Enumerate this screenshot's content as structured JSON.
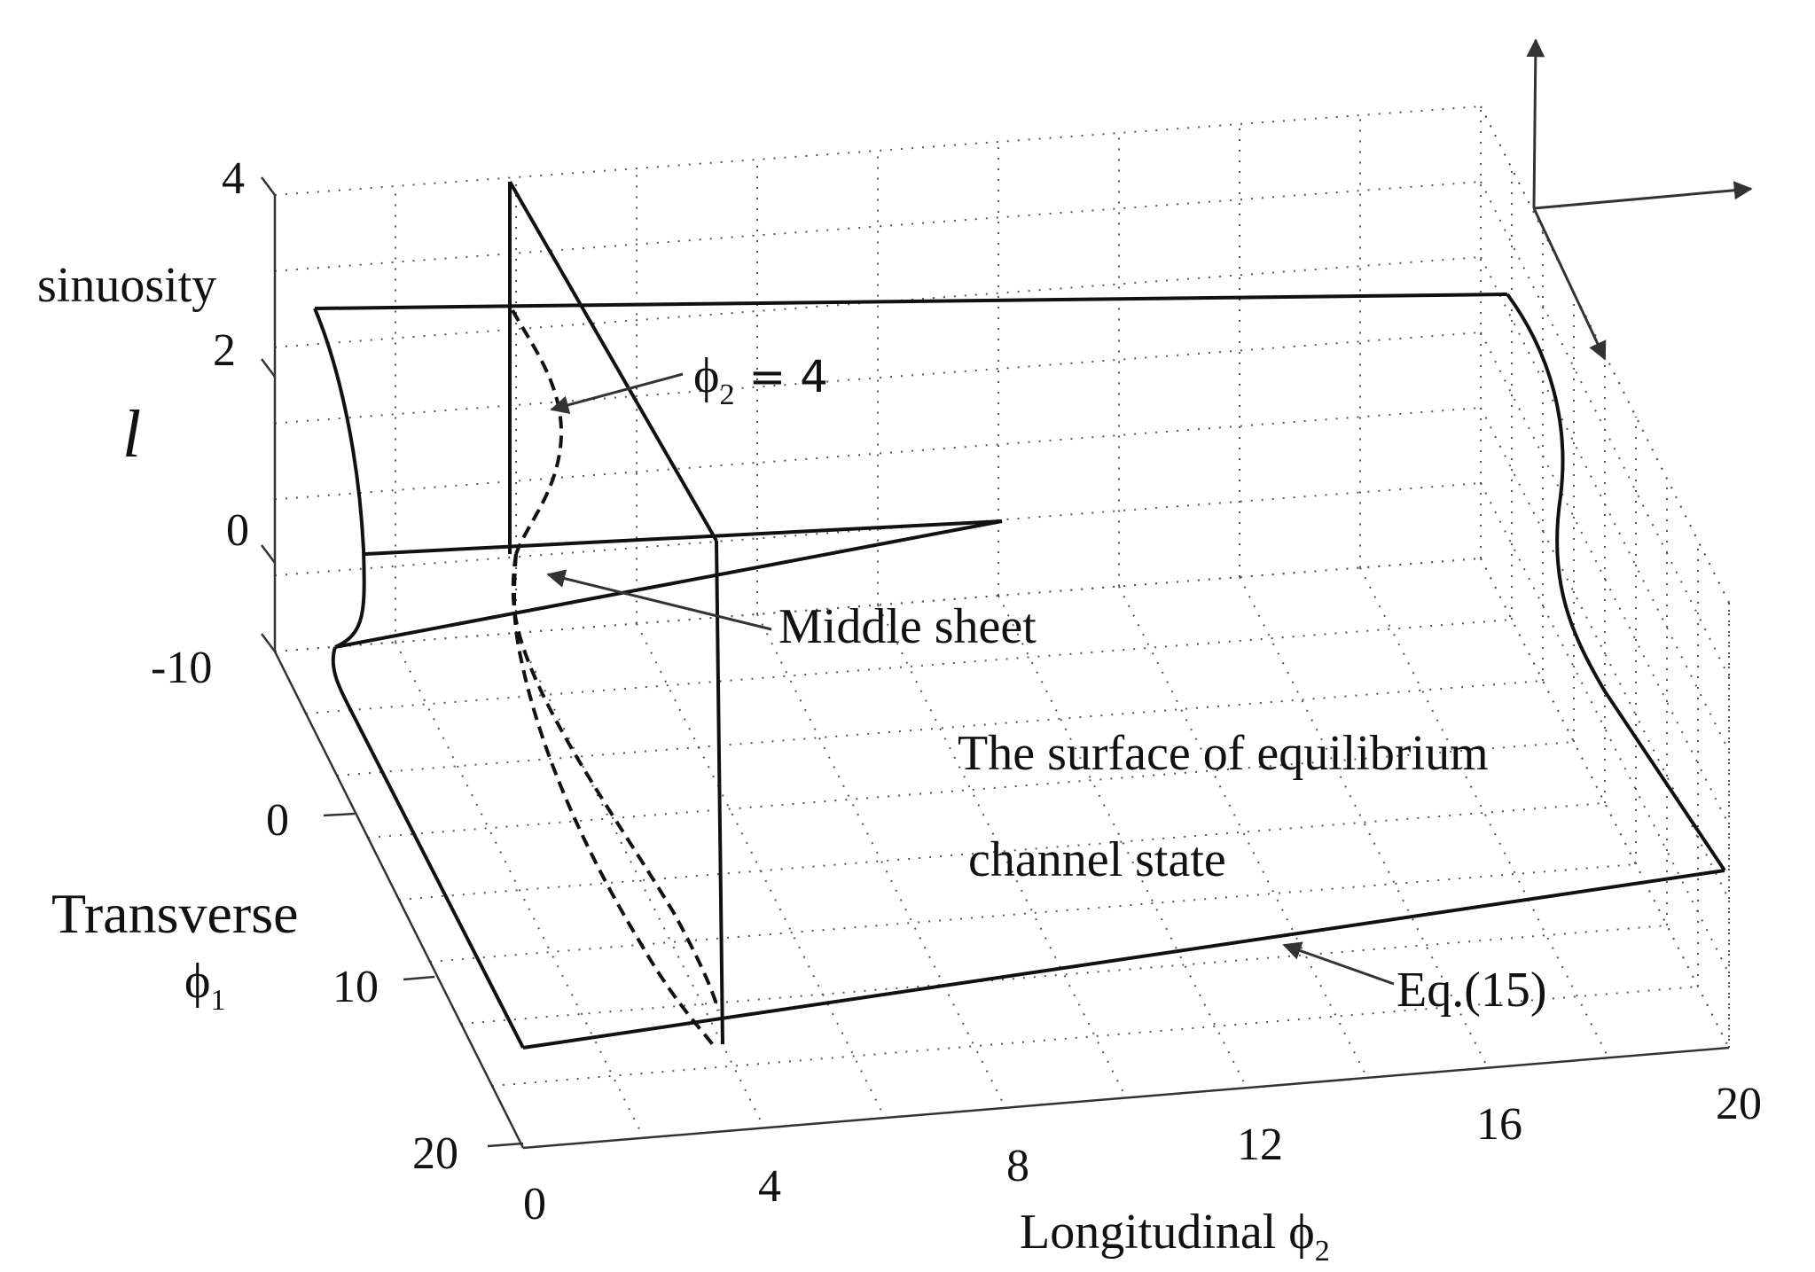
{
  "chart_data": {
    "type": "surface-3d",
    "z_axis": {
      "label": "l",
      "label_extra": "sinuosity",
      "tick_labels": [
        "4",
        "2",
        "0",
        "-10"
      ]
    },
    "y_axis": {
      "label_line1": "Transverse",
      "label_symbol": "ϕ",
      "label_sub": "1",
      "tick_labels": [
        "0",
        "10",
        "20"
      ]
    },
    "x_axis": {
      "label_text": "Longitudinal ",
      "label_symbol": "ϕ",
      "label_sub": "2",
      "tick_labels": [
        "0",
        "4",
        "8",
        "12",
        "16",
        "20"
      ]
    },
    "annotations": {
      "phi2_symbol": "ϕ",
      "phi2_sub": "2",
      "phi2_eq": " = 4",
      "middle_sheet": "Middle sheet",
      "surface_line1": "The surface of equilibrium",
      "surface_line2": "channel state",
      "eq15": "Eq.(15)"
    },
    "grid": true,
    "colors": {
      "lines": "#111111",
      "grid": "#555555"
    }
  }
}
